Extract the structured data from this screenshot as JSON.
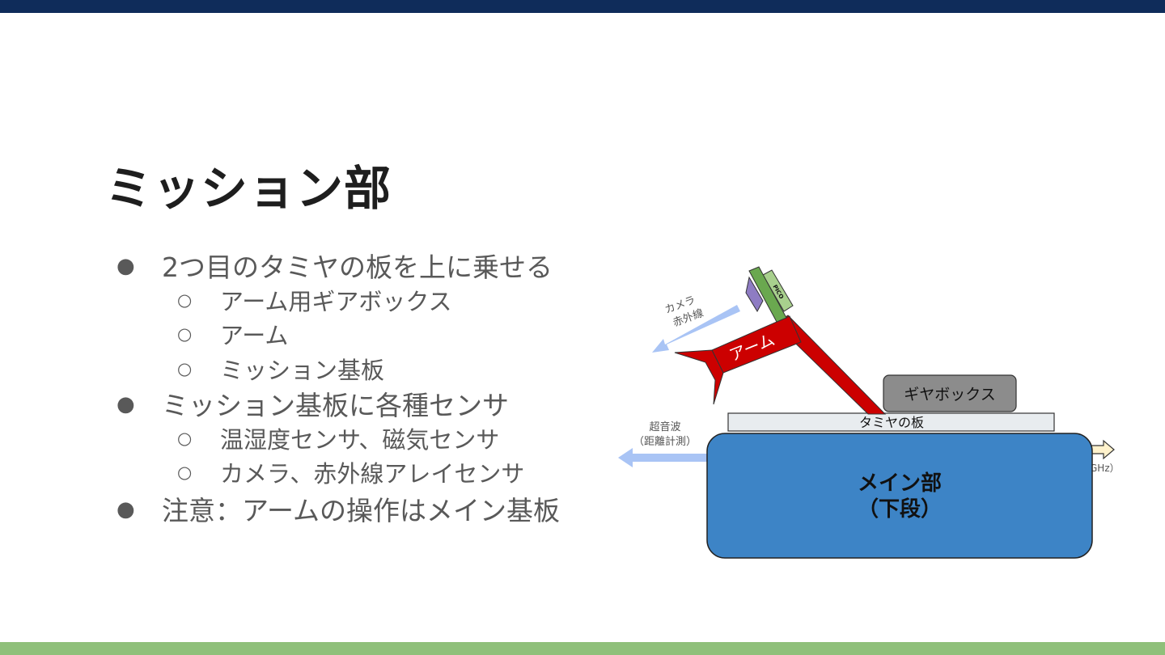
{
  "slide": {
    "title": "ミッション部",
    "bullets": [
      {
        "text": "2つ目のタミヤの板を上に乗せる",
        "children": [
          "アーム用ギアボックス",
          "アーム",
          "ミッション基板"
        ]
      },
      {
        "text": "ミッション基板に各種センサ",
        "children": [
          "温湿度センサ、磁気センサ",
          "カメラ、赤外線アレイセンサ"
        ]
      },
      {
        "text": "注意：アームの操作はメイン基板",
        "children": []
      }
    ],
    "bullet_symbol": "●",
    "sub_bullet_symbol": "○"
  },
  "diagram": {
    "main_label_1": "メイン部",
    "main_label_2": "（下段）",
    "plate_label": "タミヤの板",
    "gearbox_label": "ギヤボックス",
    "arm_label": "アーム",
    "pico_label": "PICO",
    "camera_label_1": "カメラ",
    "camera_label_2": "赤外線",
    "ultrasonic_label_1": "超音波",
    "ultrasonic_label_2": "（距離計測）",
    "right_partial_label": "GHz）",
    "colors": {
      "main": "#3d84c6",
      "arm": "#cc0000",
      "gearbox": "#8c8c8c",
      "plate": "#e8ecef",
      "arrow": "#a9c4f5",
      "pico": "#a8d08d",
      "pico_stick": "#6aa84f",
      "camera": "#8e7cc3",
      "top_bar": "#0f2c5a",
      "bottom_bar": "#8fc07a"
    }
  }
}
